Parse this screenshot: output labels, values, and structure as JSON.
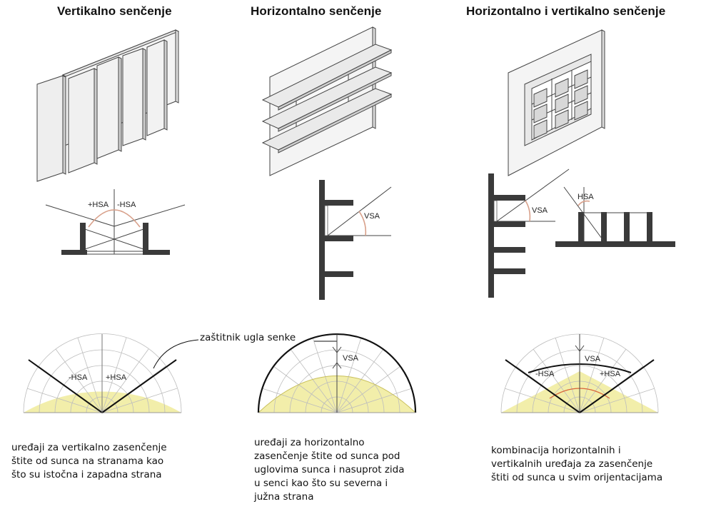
{
  "titles": {
    "vertical": "Vertikalno senčenje",
    "horizontal": "Horizontalno senčenje",
    "combined": "Horizontalno i vertikalno senčenje"
  },
  "labels": {
    "plus_hsa": "+HSA",
    "minus_hsa": "-HSA",
    "vsa": "VSA",
    "hsa": "HSA",
    "mask_callout": "zaštitnik ugla senke"
  },
  "captions": {
    "vertical": "uređaji za vertikalno zasenčenje\nštite od sunca na stranama  kao\nšto su istočna i zapadna strana",
    "horizontal": "uređaji za horizontalno\nzasenčenje štite od sunca pod\nuglovima sunca i nasuprot zida\nu senci kao što su severna i\njužna strana",
    "combined": "kombinacija horizontalnih i\nvertikalnih uređaja za zasenčenje\nštiti od sunca u svim orijentacijama"
  },
  "colors": {
    "shade_fill": "#f2eeaa",
    "shade_line": "#c8bf5a",
    "grid": "#bdbdbd",
    "device": "#333333",
    "arc_red": "#d9643a"
  }
}
